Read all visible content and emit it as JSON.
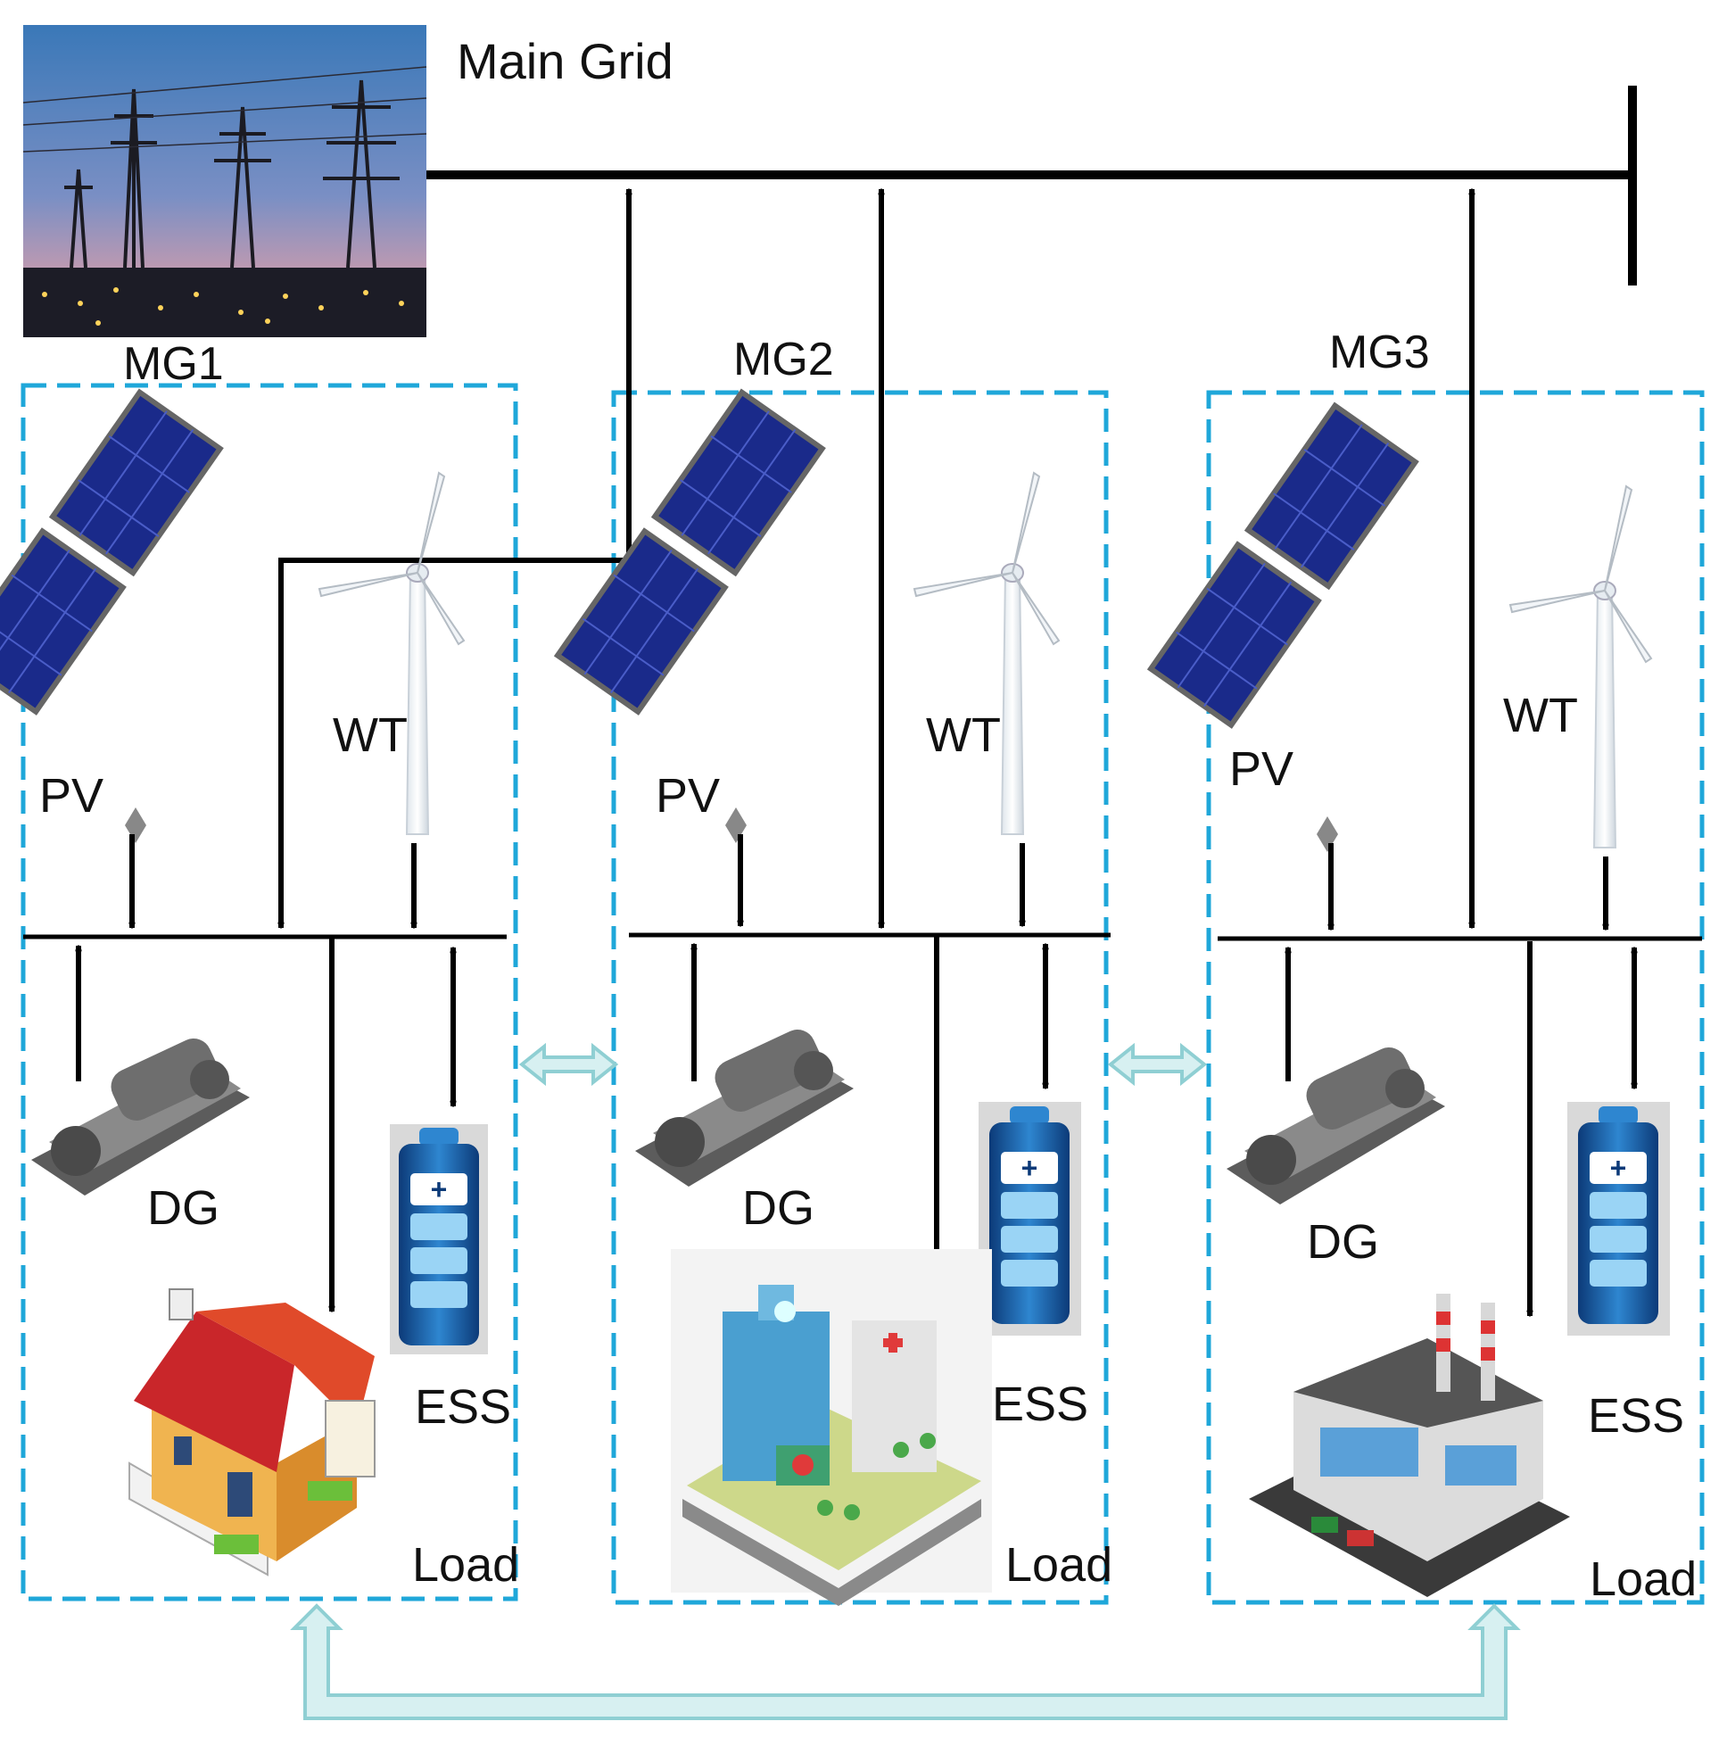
{
  "main_grid": {
    "label": "Main Grid"
  },
  "microgrids": [
    {
      "id": "MG1",
      "pv": "PV",
      "wt": "WT",
      "dg": "DG",
      "ess": "ESS",
      "load": "Load",
      "load_type": "house-icon"
    },
    {
      "id": "MG2",
      "pv": "PV",
      "wt": "WT",
      "dg": "DG",
      "ess": "ESS",
      "load": "Load",
      "load_type": "hospital-icon"
    },
    {
      "id": "MG3",
      "pv": "PV",
      "wt": "WT",
      "dg": "DG",
      "ess": "ESS",
      "load": "Load",
      "load_type": "factory-icon"
    }
  ],
  "colors": {
    "bus": "#000000",
    "boundary_dashed": "#1fa7d9",
    "exchange_arrow": "#8fcfd3",
    "panel": "#1a2a8a",
    "battery": "#1f6fb8",
    "generator": "#6b6b6b"
  }
}
